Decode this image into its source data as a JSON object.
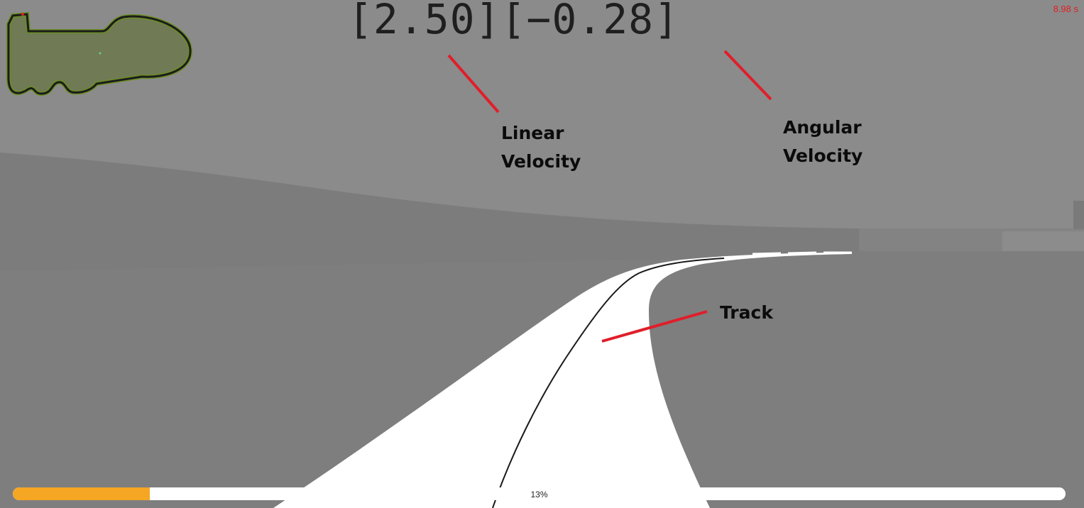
{
  "hud": {
    "linear_velocity": "[2.50]",
    "angular_velocity": "[−0.28]",
    "elapsed_time": "8.98 s"
  },
  "annotations": {
    "linear_velocity": {
      "line1": "Linear",
      "line2": "Velocity"
    },
    "angular_velocity": {
      "line1": "Angular",
      "line2": "Velocity"
    },
    "track": "Track"
  },
  "progress": {
    "value": 0.13,
    "label": "13%"
  },
  "colors": {
    "sky": "#8a8a8a",
    "hill": "#7b7b7b",
    "ground": "#7e7e7e",
    "track": "#ffffff",
    "annotation_line": "#e01e2a",
    "progress_fill": "#f5a623",
    "minimap_border": "#6b8e23",
    "minimap_track": "#1c1c1c",
    "timer": "#e02020"
  },
  "icons": {
    "minimap": "circuit-minimap-icon"
  }
}
